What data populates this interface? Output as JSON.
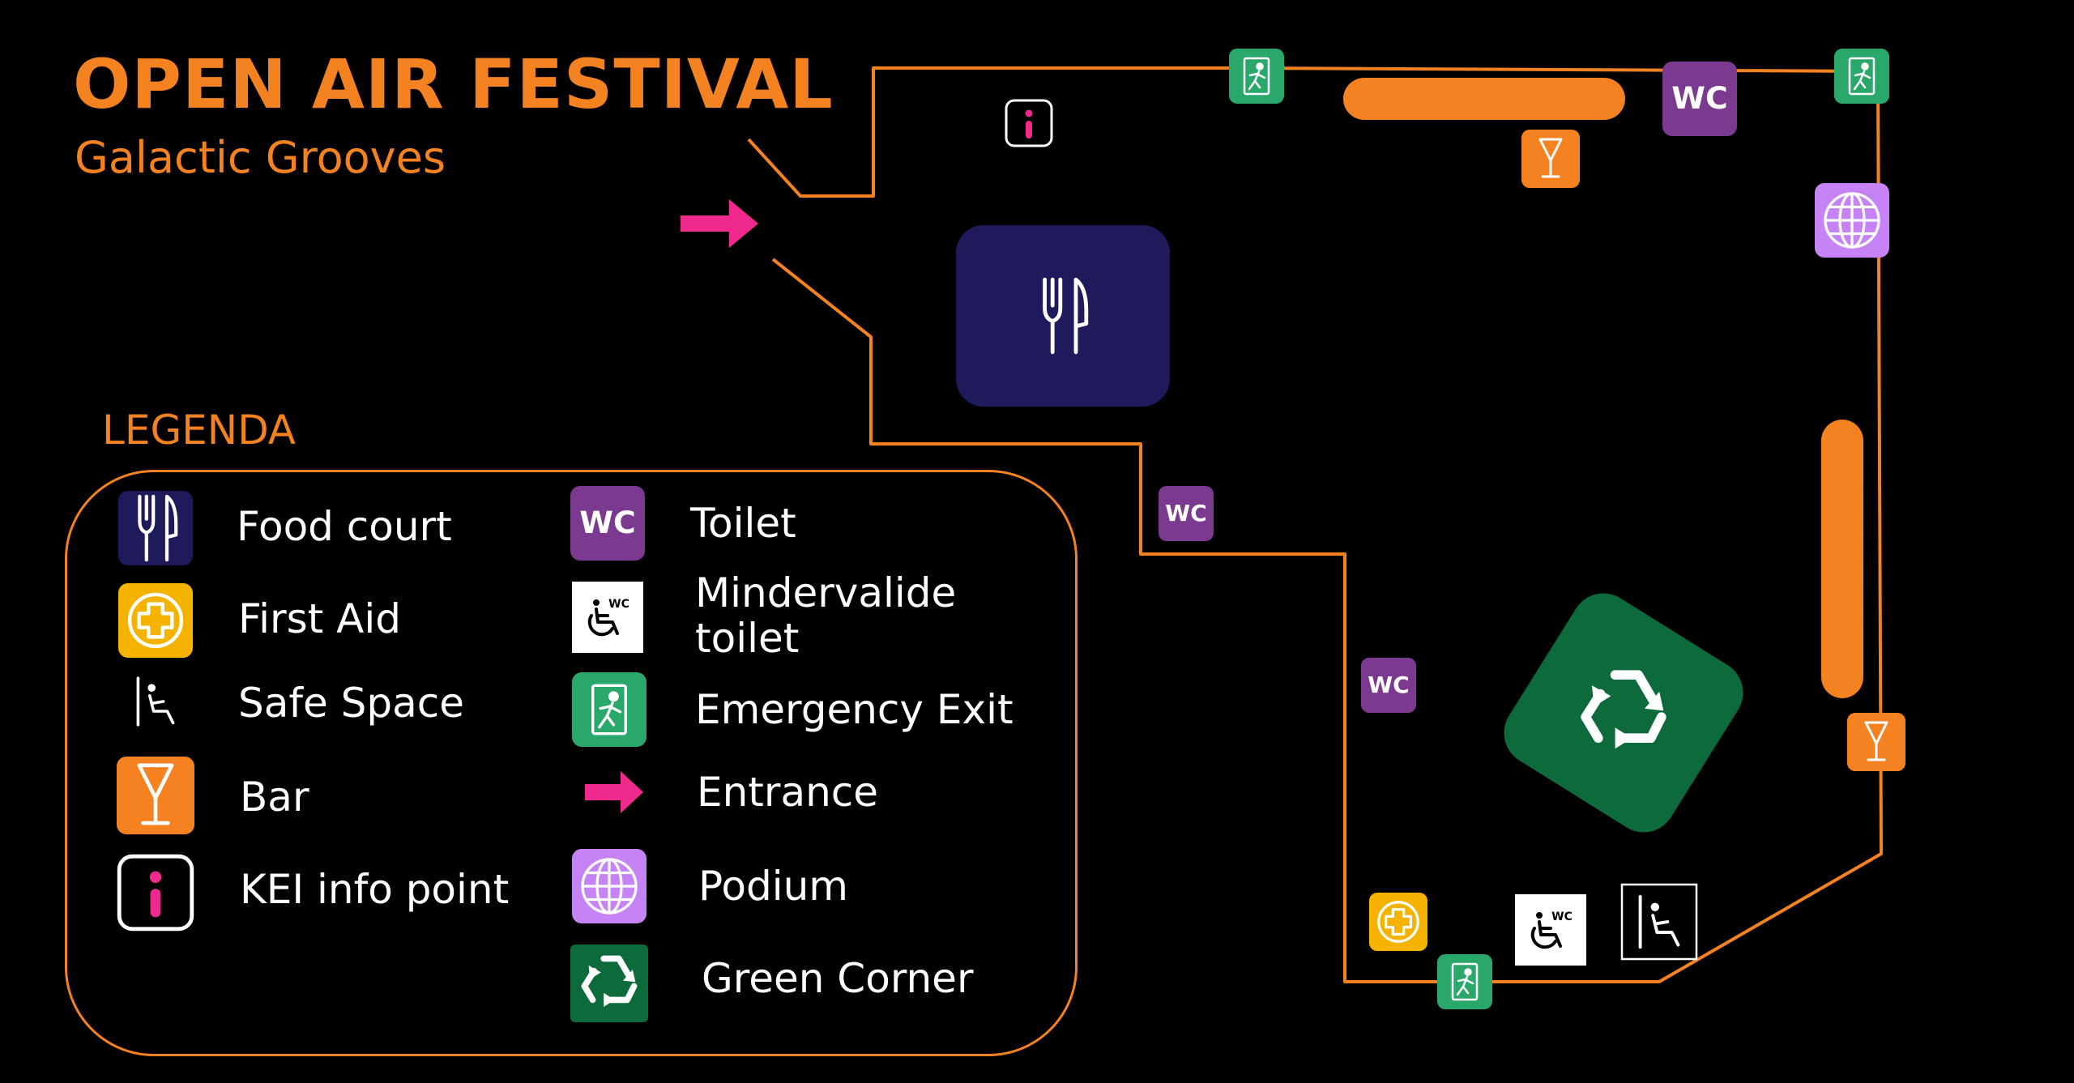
{
  "title": "OPEN AIR FESTIVAL",
  "subtitle": "Galactic Grooves",
  "legend": {
    "heading": "LEGENDA",
    "items": {
      "food_court": "Food court",
      "first_aid": "First Aid",
      "safe_space": "Safe Space",
      "bar": "Bar",
      "info_point": "KEI info point",
      "toilet": "Toilet",
      "accessible_toilet": "Mindervalide\ntoilet",
      "emergency_exit": "Emergency Exit",
      "entrance": "Entrance",
      "podium": "Podium",
      "green_corner": "Green Corner"
    }
  },
  "icon_badges": {
    "wc": "WC"
  },
  "colors": {
    "background": "#000000",
    "accent_orange": "#f58220",
    "food_court_navy": "#1e1a5c",
    "first_aid_yellow": "#f5b300",
    "emergency_green": "#2aa86b",
    "toilet_purple": "#7b3a8f",
    "podium_violet": "#c583f5",
    "green_corner": "#0d6a3b",
    "entrance_pink": "#ef2a8c"
  },
  "icons": [
    "fork-knife-icon",
    "first-aid-cross-icon",
    "safe-space-icon",
    "wine-glass-icon",
    "info-icon",
    "wc-icon",
    "wheelchair-wc-icon",
    "emergency-exit-icon",
    "entrance-arrow-icon",
    "globe-icon",
    "recycle-icon"
  ]
}
